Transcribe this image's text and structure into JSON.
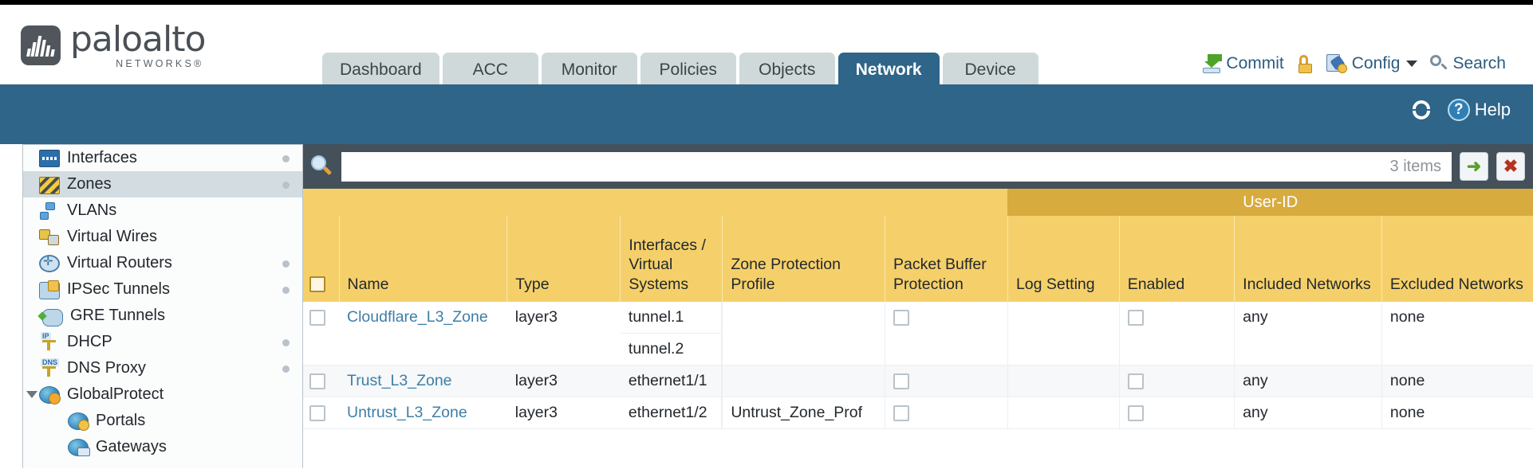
{
  "brand": {
    "name": "paloalto",
    "tagline": "NETWORKS",
    "registered": "®"
  },
  "nav": {
    "tabs": [
      {
        "label": "Dashboard",
        "active": false
      },
      {
        "label": "ACC",
        "active": false
      },
      {
        "label": "Monitor",
        "active": false
      },
      {
        "label": "Policies",
        "active": false
      },
      {
        "label": "Objects",
        "active": false
      },
      {
        "label": "Network",
        "active": true
      },
      {
        "label": "Device",
        "active": false
      }
    ]
  },
  "topright": {
    "commit_label": "Commit",
    "config_label": "Config",
    "search_label": "Search",
    "commit_icon": "commit-download-icon",
    "lock_icon": "unlocked-padlock-icon",
    "config_icon": "config-wrench-key-icon",
    "search_icon": "search-magnifier-icon"
  },
  "band": {
    "refresh_icon": "refresh-icon",
    "help_icon": "help-question-icon",
    "help_label": "Help"
  },
  "sidebar": {
    "items": [
      {
        "label": "Interfaces",
        "icon": "interfaces-icon",
        "selected": false,
        "dot": true,
        "child": false,
        "twisty": false
      },
      {
        "label": "Zones",
        "icon": "zones-icon",
        "selected": true,
        "dot": true,
        "child": false,
        "twisty": false
      },
      {
        "label": "VLANs",
        "icon": "vlans-icon",
        "selected": false,
        "dot": false,
        "child": false,
        "twisty": false
      },
      {
        "label": "Virtual Wires",
        "icon": "virtual-wires-icon",
        "selected": false,
        "dot": false,
        "child": false,
        "twisty": false
      },
      {
        "label": "Virtual Routers",
        "icon": "virtual-routers-icon",
        "selected": false,
        "dot": true,
        "child": false,
        "twisty": false
      },
      {
        "label": "IPSec Tunnels",
        "icon": "ipsec-tunnels-icon",
        "selected": false,
        "dot": true,
        "child": false,
        "twisty": false
      },
      {
        "label": "GRE Tunnels",
        "icon": "gre-tunnels-icon",
        "selected": false,
        "dot": false,
        "child": false,
        "twisty": false
      },
      {
        "label": "DHCP",
        "icon": "dhcp-icon",
        "selected": false,
        "dot": true,
        "child": false,
        "twisty": false
      },
      {
        "label": "DNS Proxy",
        "icon": "dns-proxy-icon",
        "selected": false,
        "dot": true,
        "child": false,
        "twisty": false
      },
      {
        "label": "GlobalProtect",
        "icon": "globalprotect-icon",
        "selected": false,
        "dot": false,
        "child": false,
        "twisty": true
      },
      {
        "label": "Portals",
        "icon": "portals-icon",
        "selected": false,
        "dot": false,
        "child": true,
        "twisty": false
      },
      {
        "label": "Gateways",
        "icon": "gateways-icon",
        "selected": false,
        "dot": false,
        "child": true,
        "twisty": false
      }
    ]
  },
  "search": {
    "value": "",
    "item_count": "3 items",
    "apply_label": "➜",
    "clear_label": "✖",
    "magnifier_icon": "search-magnifier-icon"
  },
  "table": {
    "group_header": "User-ID",
    "columns": [
      "Name",
      "Type",
      "Interfaces / Virtual Systems",
      "Zone Protection Profile",
      "Packet Buffer Protection",
      "Log Setting",
      "Enabled",
      "Included Networks",
      "Excluded Networks"
    ],
    "rows": [
      {
        "name": "Cloudflare_L3_Zone",
        "type": "layer3",
        "interfaces": [
          "tunnel.1",
          "tunnel.2"
        ],
        "zone_protection_profile": "",
        "packet_buffer_protection": false,
        "log_setting": "",
        "userid_enabled": false,
        "included_networks": "any",
        "excluded_networks": "none",
        "selected": false
      },
      {
        "name": "Trust_L3_Zone",
        "type": "layer3",
        "interfaces": [
          "ethernet1/1"
        ],
        "zone_protection_profile": "",
        "packet_buffer_protection": false,
        "log_setting": "",
        "userid_enabled": false,
        "included_networks": "any",
        "excluded_networks": "none",
        "selected": false
      },
      {
        "name": "Untrust_L3_Zone",
        "type": "layer3",
        "interfaces": [
          "ethernet1/2"
        ],
        "zone_protection_profile": "Untrust_Zone_Prof",
        "packet_buffer_protection": false,
        "log_setting": "",
        "userid_enabled": false,
        "included_networks": "any",
        "excluded_networks": "none",
        "selected": false
      }
    ]
  },
  "colors": {
    "band_blue": "#2e6589",
    "panel_slate": "#44505a",
    "header_amber": "#f5d06a",
    "userid_amber": "#d8ab3f",
    "link_blue": "#3d7fa6",
    "sidebar_selected": "#d3dce1"
  }
}
